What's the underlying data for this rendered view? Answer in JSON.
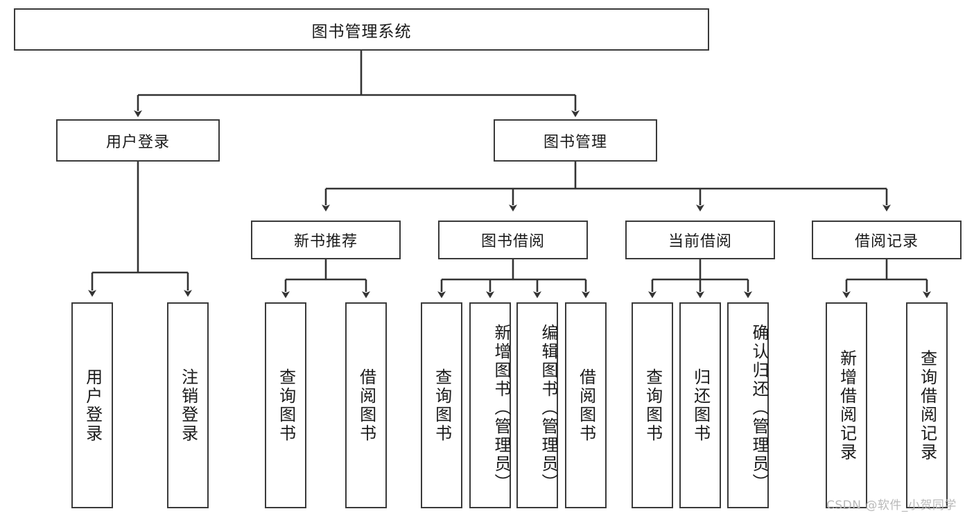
{
  "diagram": {
    "type": "hierarchy-tree",
    "title": "图书管理系统",
    "root": {
      "label": "图书管理系统"
    },
    "level2": [
      {
        "id": "user-login",
        "label": "用户登录"
      },
      {
        "id": "book-management",
        "label": "图书管理"
      }
    ],
    "level3": [
      {
        "id": "new-book-recommend",
        "label": "新书推荐",
        "parent": "book-management"
      },
      {
        "id": "book-borrow",
        "label": "图书借阅",
        "parent": "book-management"
      },
      {
        "id": "current-borrow",
        "label": "当前借阅",
        "parent": "book-management"
      },
      {
        "id": "borrow-record",
        "label": "借阅记录",
        "parent": "book-management"
      }
    ],
    "leaves": {
      "user-login": [
        {
          "id": "leaf-user-login",
          "label": "用户登录"
        },
        {
          "id": "leaf-user-logout",
          "label": "注销登录"
        }
      ],
      "new-book-recommend": [
        {
          "id": "leaf-query-book-1",
          "label": "查询图书"
        },
        {
          "id": "leaf-borrow-book-1",
          "label": "借阅图书"
        }
      ],
      "book-borrow": [
        {
          "id": "leaf-query-book-2",
          "label": "查询图书"
        },
        {
          "id": "leaf-add-book",
          "label": "新增图书（管理员）"
        },
        {
          "id": "leaf-edit-book",
          "label": "编辑图书（管理员）"
        },
        {
          "id": "leaf-borrow-book-2",
          "label": "借阅图书"
        }
      ],
      "current-borrow": [
        {
          "id": "leaf-query-book-3",
          "label": "查询图书"
        },
        {
          "id": "leaf-return-book",
          "label": "归还图书"
        },
        {
          "id": "leaf-confirm-return",
          "label": "确认归还（管理员）"
        }
      ],
      "borrow-record": [
        {
          "id": "leaf-add-record",
          "label": "新增借阅记录"
        },
        {
          "id": "leaf-query-record",
          "label": "查询借阅记录"
        }
      ]
    },
    "colors": {
      "border": "#3a3a3a",
      "text": "#1a1a1a",
      "background": "#ffffff",
      "connector": "#333333",
      "watermark": "#b9b9b9"
    }
  },
  "watermark": {
    "text": "CSDN @软件_小贺同学"
  }
}
